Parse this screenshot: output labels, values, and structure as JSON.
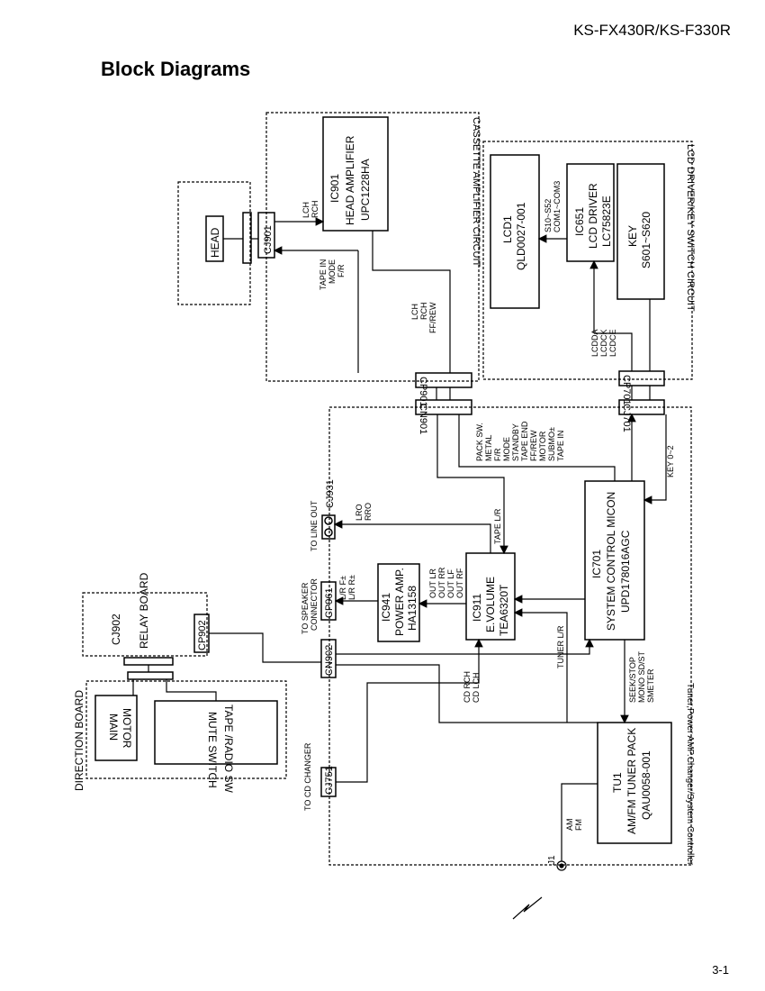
{
  "header": {
    "model": "KS-FX430R/KS-F330R",
    "title": "Block Diagrams"
  },
  "footer": {
    "page": "3-1"
  },
  "sections": {
    "cassette": "CASSETTE AMPLIFIER CIRCUIT",
    "lcd": "LCD DRIVER/KEY SWITCH CIRCUIT",
    "main": "Tuner,Power AMP.Changer/System Controller",
    "direction": "DIRECTION BOARD",
    "relay_board_id": "CJ902",
    "relay_board_label": "RELAY BOARD"
  },
  "blocks": {
    "head": "HEAD",
    "ic901": [
      "IC901",
      "HEAD AMPLIFIER",
      "UPC1228HA"
    ],
    "lcd1": [
      "LCD1",
      "QLD0027-001"
    ],
    "ic651": [
      "IC651",
      "LCD DRIVER",
      "LC75823E"
    ],
    "key": [
      "KEY",
      "S601~S620"
    ],
    "ic701": [
      "IC701",
      "SYSTEM CONTROL MICON",
      "UPD178016AGC"
    ],
    "ic941": [
      "IC941",
      "POWER AMP.",
      "HA13158"
    ],
    "ic911": [
      "IC911",
      "E.VOLUME",
      "TEA6320T"
    ],
    "tu1": [
      "TU1",
      "AM/FM TUNER PACK",
      "QAU0058-001"
    ],
    "main_motor": [
      "MAIN",
      "MOTOR"
    ],
    "mute_switch": [
      "MUTE SWITCH",
      "TAPE /RADIO SW"
    ]
  },
  "connectors": {
    "cj901": "CJ901",
    "cp901": "CP901",
    "cn901": "CN901",
    "cp701": "CP701",
    "cj701": "CJ701",
    "cj931": "CJ931",
    "cp961": "CP961",
    "cn902": "CN902",
    "cp902": "CP902",
    "cj751": "CJ751",
    "j1": "J1"
  },
  "signals": {
    "lch_rch": [
      "LCH",
      "RCH"
    ],
    "tape_in": [
      "TAPE IN",
      "MODE",
      "F/R"
    ],
    "lch_rch_ff": [
      "LCH",
      "RCH",
      "FF/REW"
    ],
    "seg": [
      "S10~S52",
      "COM1~COM3"
    ],
    "lcdd": [
      "LCDDA",
      "LCDCK",
      "LCDCE"
    ],
    "pack": [
      "PACK SW.",
      "METAL",
      "F/R",
      "MODE",
      "STANDBY",
      "TAPE END",
      "FF/REW",
      "MOTOR",
      "SUBMO±",
      "TAPE IN"
    ],
    "key_line": "KEY 0~2",
    "lro": [
      "LRO",
      "RRO"
    ],
    "tape_lr": "TAPE L/R",
    "lr_spk": [
      "L/R F±",
      "L/R R±"
    ],
    "out": [
      "OUT LR",
      "OUT RR",
      "OUT LF",
      "OUT RF"
    ],
    "tuner_lr": "TUNER L/R",
    "cd": [
      "CD RCH",
      "CD LCH"
    ],
    "seek": [
      "SEEK/STOP",
      "MONO SD/ST",
      "SMETER"
    ],
    "amfm": [
      "AM",
      "FM"
    ],
    "to_line_out": "TO LINE OUT",
    "to_speaker": [
      "TO SPEAKER",
      "CONNECTOR"
    ],
    "to_cd": "TO CD CHANGER"
  }
}
